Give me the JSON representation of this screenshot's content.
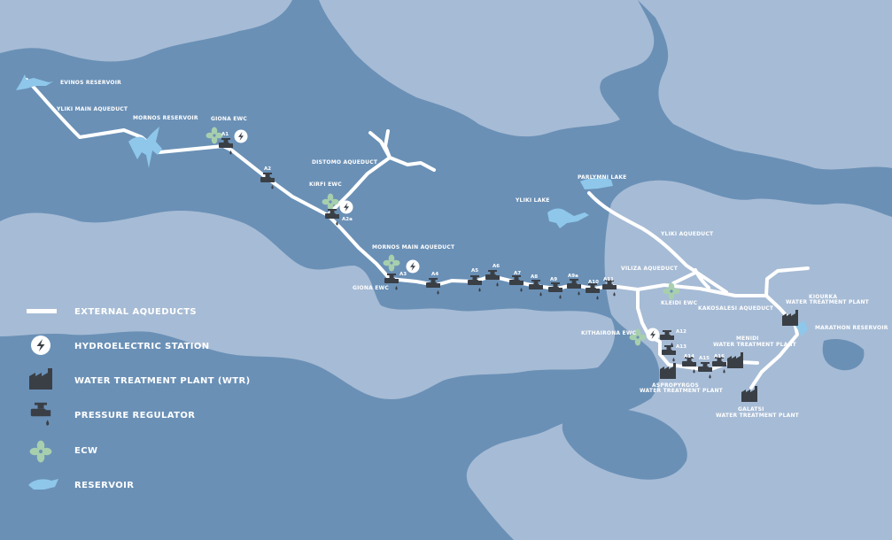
{
  "colors": {
    "sea": "#6a90b6",
    "land": "#a6bbd5",
    "aqueduct": "#ffffff",
    "reservoir": "#8ec7ea",
    "ecw": "#a7cfae",
    "icon_dark": "#3a3f46"
  },
  "labels": {
    "evinos": "EVINOS RESERVOIR",
    "yliki_main": "YLIKI MAIN AQUEDUCT",
    "mornos_res": "MORNOS RESERVOIR",
    "giona_top": "GIONA EWC",
    "distomo": "DISTOMO AQUEDUCT",
    "kirfi": "KIRFI EWC",
    "mornos_main": "MORNOS MAIN AQUEDUCT",
    "giona_bottom": "GIONA EWC",
    "parlymni": "PARLYMNI LAKE",
    "yliki_lake": "YLIKI LAKE",
    "yliki_aq": "YLIKI AQUEDUCT",
    "viliza": "VILIZA AQUEDUCT",
    "kleidi": "KLEIDI EWC",
    "kakosalesi": "KAKOSALESI AQUEDUCT",
    "kiourka_1": "KIOURKA",
    "kiourka_2": "WATER TREATMENT PLANT",
    "marathon": "MARATHON RESERVOIR",
    "menidi_1": "MENIDI",
    "menidi_2": "WATER TREATMENT PLANT",
    "kithairona": "KITHAIRONA EWC",
    "aspropyrgos_1": "ASPROPYRGOS",
    "aspropyrgos_2": "WATER TREATMENT PLANT",
    "galatsi_1": "GALATSI",
    "galatsi_2": "WATER TREATMENT PLANT"
  },
  "regulators": [
    "A1",
    "A2",
    "A2a",
    "A3",
    "A4",
    "A5",
    "A6",
    "A7",
    "A8",
    "A9",
    "A9a",
    "A10",
    "A11",
    "A12",
    "A13",
    "A14",
    "A15",
    "A16"
  ],
  "legend": [
    {
      "icon": "aqueduct-line-icon",
      "label": "EXTERNAL AQUEDUCTS"
    },
    {
      "icon": "lightning-icon",
      "label": "HYDROELECTRIC STATION"
    },
    {
      "icon": "factory-icon",
      "label": "WATER TREATMENT PLANT (WTR)"
    },
    {
      "icon": "faucet-icon",
      "label": "PRESSURE REGULATOR"
    },
    {
      "icon": "fan-icon",
      "label": "ECW"
    },
    {
      "icon": "reservoir-icon",
      "label": "RESERVOIR"
    }
  ]
}
